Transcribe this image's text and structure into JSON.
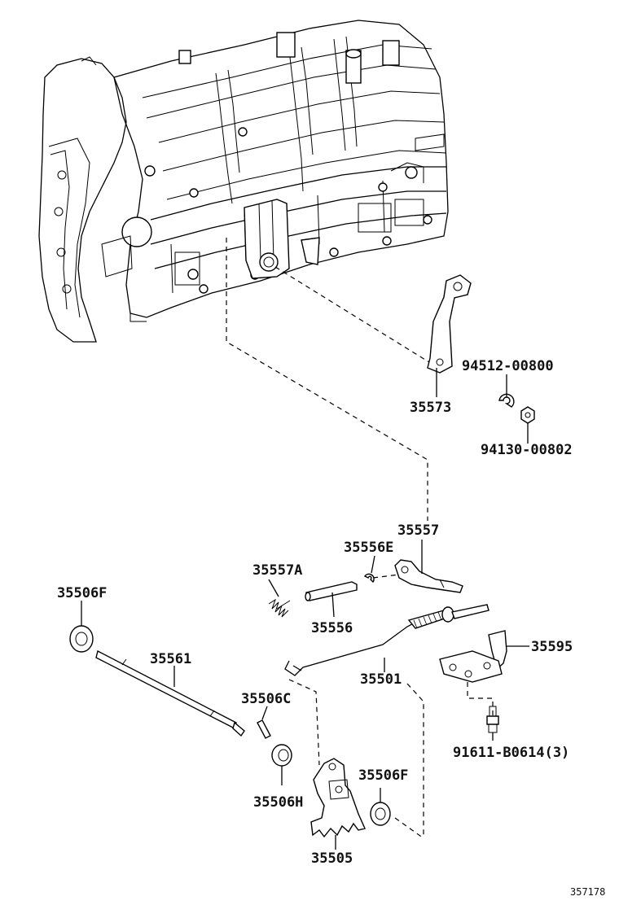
{
  "diagram": {
    "figure_number": "357178",
    "part_labels": {
      "bracket_35573": "35573",
      "clip_94512": "94512-00800",
      "nut_94130": "94130-00802",
      "lever_35557": "35557",
      "clip_35556E": "35556E",
      "spring_35557A": "35557A",
      "pin_35556": "35556",
      "seal_35506F_left": "35506F",
      "shaft_35561": "35561",
      "cable_35501": "35501",
      "bracket_35595": "35595",
      "pin_35506C": "35506C",
      "bushing_35506H": "35506H",
      "seal_35506F_right": "35506F",
      "lever_35505": "35505",
      "bolt_91611": "91611-B0614(3)"
    }
  }
}
